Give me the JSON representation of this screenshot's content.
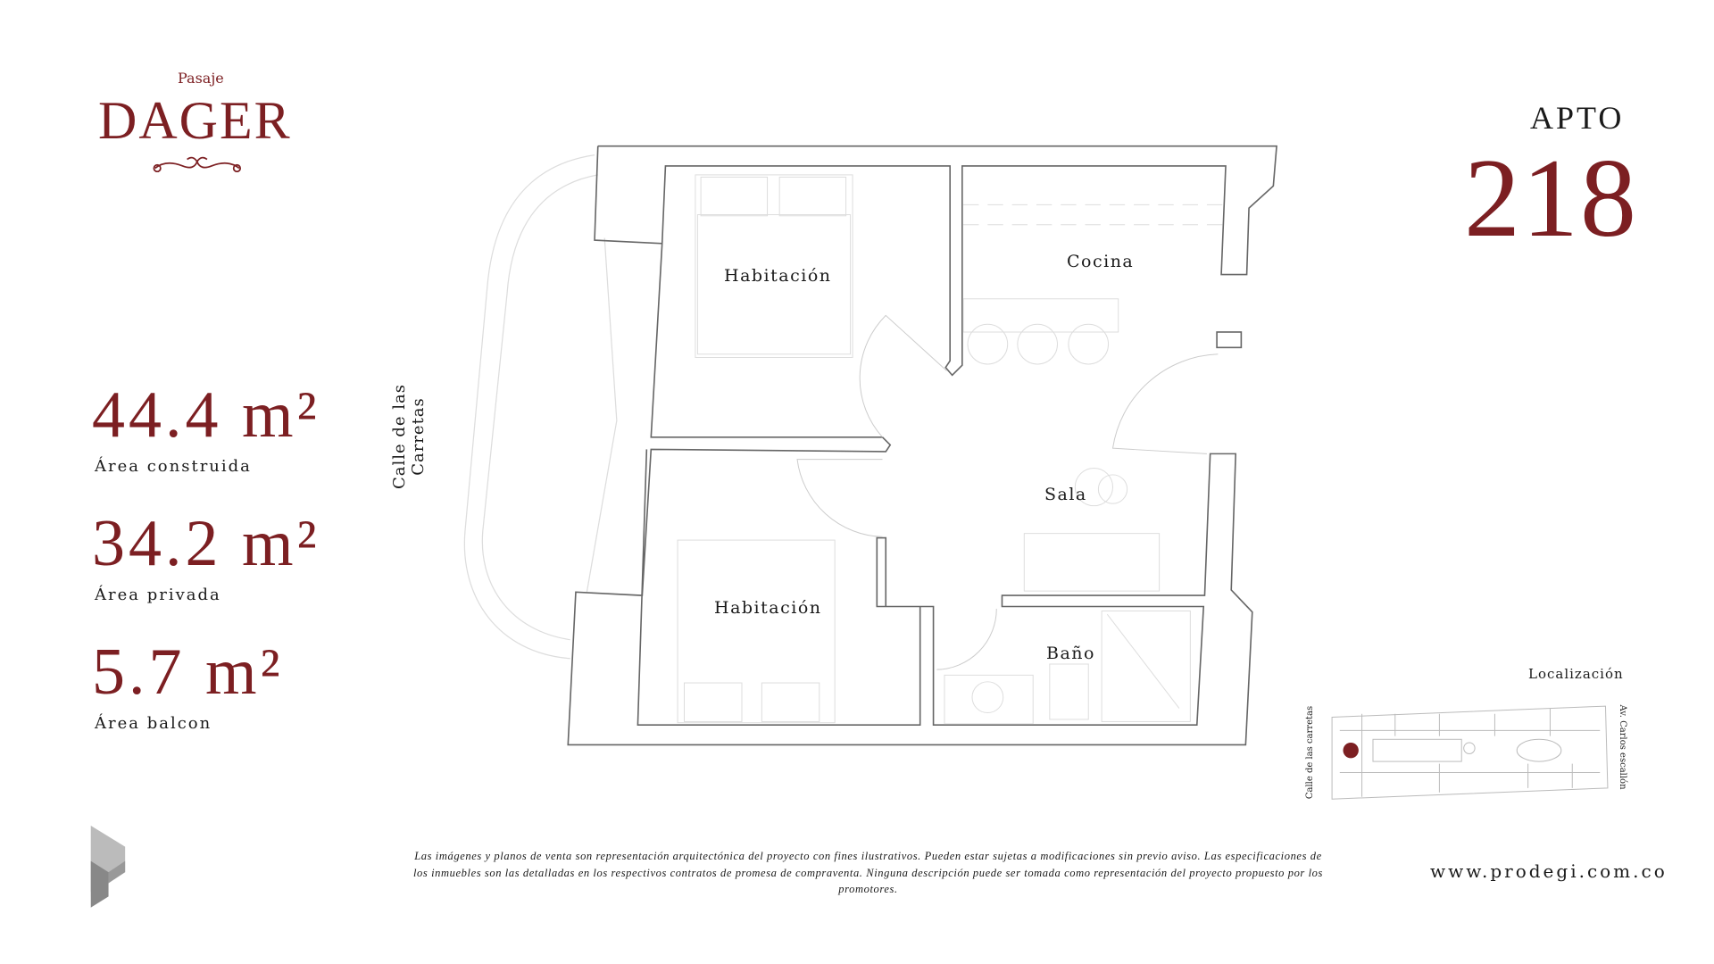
{
  "brand": {
    "prefix": "Pasaje",
    "name": "DAGER"
  },
  "metrics": [
    {
      "value": "44.4 m²",
      "label": "Área construida"
    },
    {
      "value": "34.2 m²",
      "label": "Área privada"
    },
    {
      "value": "5.7 m²",
      "label": "Área balcon"
    }
  ],
  "unit": {
    "label": "APTO",
    "number": "218"
  },
  "plan": {
    "street": "Calle de las Carretas",
    "rooms": [
      "Habitación",
      "Cocina",
      "Sala",
      "Habitación",
      "Baño"
    ]
  },
  "location": {
    "title": "Localización",
    "left_street": "Calle de las carretas",
    "right_street": "Av. Carlos escallón"
  },
  "disclaimer": "Las imágenes y planos de venta son representación arquitectónica del proyecto con fines ilustrativos. Pueden estar sujetas a modificaciones sin previo aviso. Las especificaciones de los inmuebles son las detalladas en los respectivos contratos de promesa de compraventa. Ninguna descripción puede ser tomada como representación del proyecto propuesto por los promotores.",
  "website": "www.prodegi.com.co",
  "colors": {
    "accent": "#7c1f22",
    "wall": "#666666",
    "furniture": "#d8d8d8"
  }
}
